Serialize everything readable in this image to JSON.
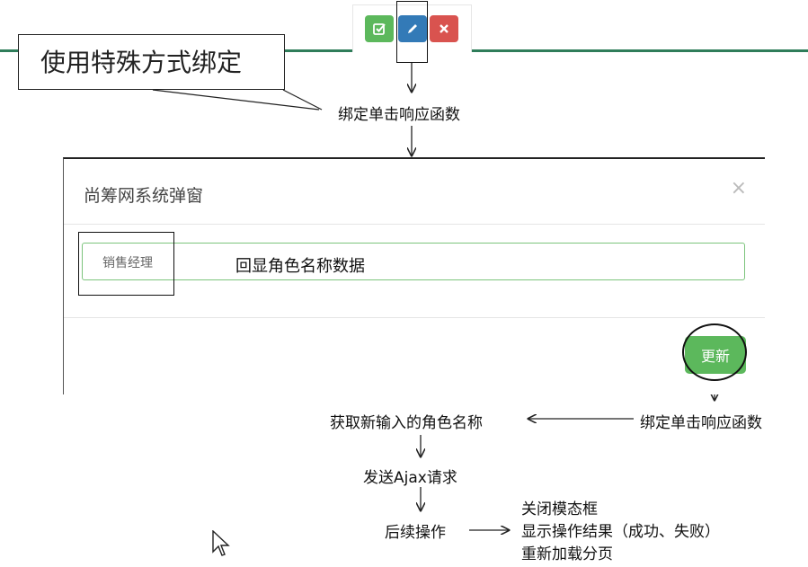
{
  "toolbar": {
    "check_icon": "check-square-icon",
    "edit_icon": "pencil-icon",
    "remove_icon": "times-icon"
  },
  "callout": {
    "text": "使用特殊方式绑定"
  },
  "annotations": {
    "bind_click_top": "绑定单击响应函数",
    "echo_role": "回显角色名称数据",
    "bind_click_bottom": "绑定单击响应函数",
    "get_new_name": "获取新输入的角色名称",
    "send_ajax": "发送Ajax请求",
    "followup": "后续操作",
    "step_close": "关闭模态框",
    "step_show": "显示操作结果（成功、失败）",
    "step_reload": "重新加载分页"
  },
  "modal": {
    "title": "尚筹网系统弹窗",
    "close": "×",
    "role_value": "销售经理",
    "update_label": "更新"
  },
  "colors": {
    "green": "#5cb85c",
    "blue": "#337ab7",
    "red": "#d9534f",
    "rule": "#2f7d5a"
  }
}
